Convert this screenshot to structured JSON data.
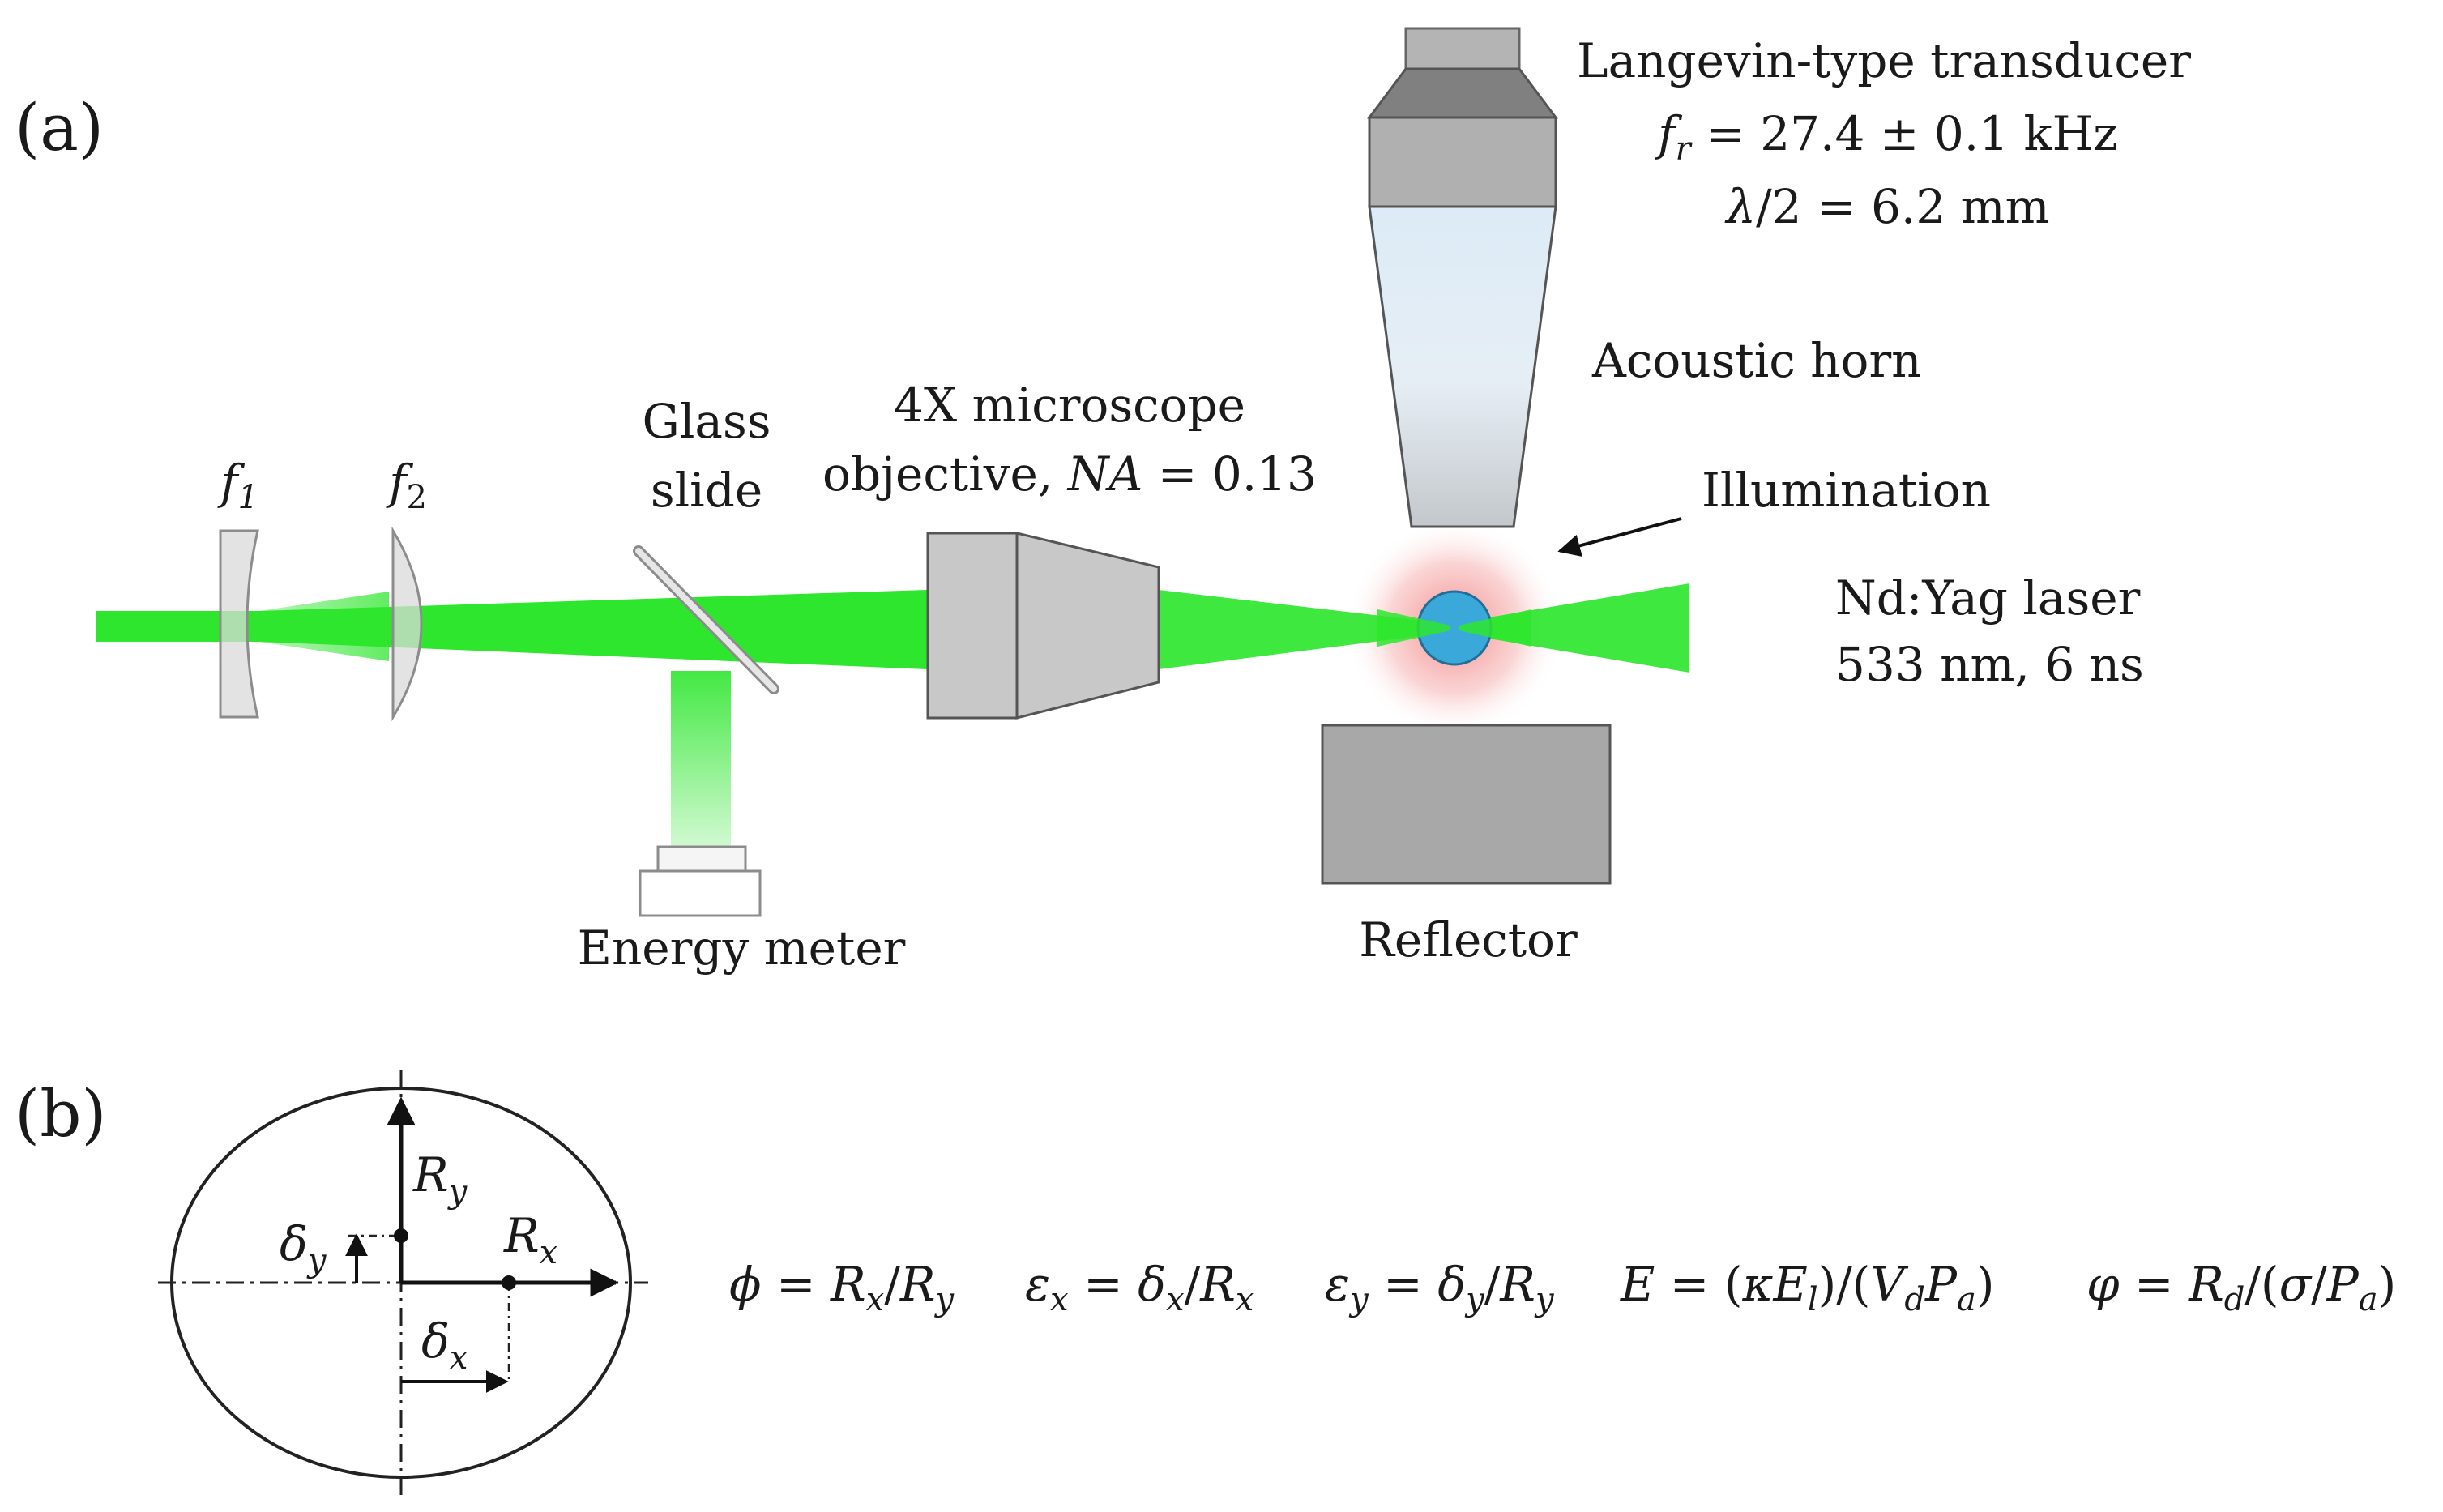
{
  "panels": {
    "a": "(a)",
    "b": "(b)"
  },
  "setup": {
    "lens1": {
      "sym": "f",
      "sub": "1"
    },
    "lens2": {
      "sym": "f",
      "sub": "2"
    },
    "glass_slide": [
      "Glass",
      "slide"
    ],
    "energy_meter": "Energy meter",
    "objective": {
      "line1": "4X microscope",
      "line2_prefix": "objective, ",
      "na_sym": "NA",
      "na_val": " = 0.13"
    },
    "transducer": {
      "name": "Langevin-type transducer",
      "freq_sym": "f",
      "freq_sub": "r",
      "freq_val": " = 27.4 ± 0.1 kHz",
      "wl_sym": "λ",
      "wl_val": "/2 = 6.2 mm"
    },
    "horn": "Acoustic horn",
    "illumination": "Illumination",
    "laser": [
      "Nd:Yag laser",
      "533 nm, 6 ns"
    ],
    "reflector": "Reflector"
  },
  "ellipse": {
    "ry": {
      "sym": "R",
      "sub": "y"
    },
    "rx": {
      "sym": "R",
      "sub": "x"
    },
    "dy": {
      "sym": "δ",
      "sub": "y"
    },
    "dx": {
      "sym": "δ",
      "sub": "x"
    }
  },
  "equations": {
    "eq1": {
      "lhs": "ϕ",
      "t1": " = ",
      "a": "R",
      "asub": "x",
      "slash": "/",
      "b": "R",
      "bsub": "y"
    },
    "eq2": {
      "lhs": "ε",
      "lhssub": "x",
      "t1": " = ",
      "a": "δ",
      "asub": "x",
      "slash": "/",
      "b": "R",
      "bsub": "x"
    },
    "eq3": {
      "lhs": "ε",
      "lhssub": "y",
      "t1": " = ",
      "a": "δ",
      "asub": "y",
      "slash": "/",
      "b": "R",
      "bsub": "y"
    },
    "eq4": {
      "lhs": "E",
      "t1": " = (",
      "k": "κ",
      "e": "E",
      "esub": "l",
      "t2": ")/(",
      "v": "V",
      "vsub": "d",
      "p": "P",
      "psub": "a",
      "t3": ")"
    },
    "eq5": {
      "lhs": "φ",
      "t1": " = ",
      "r": "R",
      "rsub": "d",
      "t2": "/(",
      "s": "σ",
      "slash": "/",
      "p": "P",
      "psub": "a",
      "t3": ")"
    }
  },
  "colors": {
    "beam": "#2ee62e",
    "component_gray": "#c8c8c8",
    "dark_gray": "#888888",
    "bubble": "#3aa8d8",
    "glow": "#f28a8a",
    "horn_top": "#dcebf7"
  }
}
